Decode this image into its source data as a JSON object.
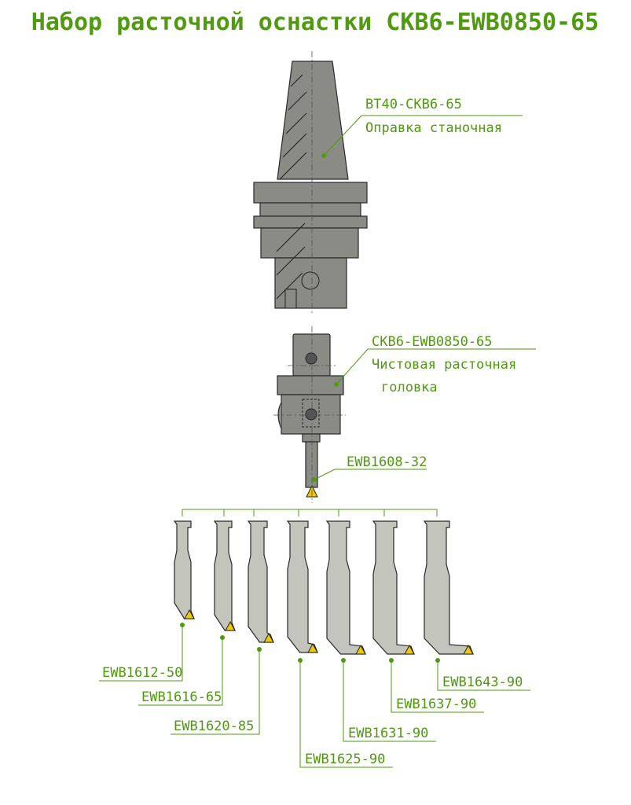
{
  "title": "Набор расточной оснастки CKB6-EWB0850-65",
  "holder": {
    "code": "BT40-CKB6-65",
    "name": "Оправка станочная"
  },
  "head": {
    "code": "CKB6-EWB0850-65",
    "name_line1": "Чистовая расточная",
    "name_line2": "головка"
  },
  "main_bar": {
    "code": "EWB1608-32"
  },
  "bars": [
    {
      "code": "EWB1612-50"
    },
    {
      "code": "EWB1616-65"
    },
    {
      "code": "EWB1620-85"
    },
    {
      "code": "EWB1625-90"
    },
    {
      "code": "EWB1631-90"
    },
    {
      "code": "EWB1637-90"
    },
    {
      "code": "EWB1643-90"
    }
  ],
  "colors": {
    "accent": "#4f9a0f",
    "part": "#8a8b85",
    "bar": "#c3c5bc",
    "insert": "#f0c800"
  }
}
